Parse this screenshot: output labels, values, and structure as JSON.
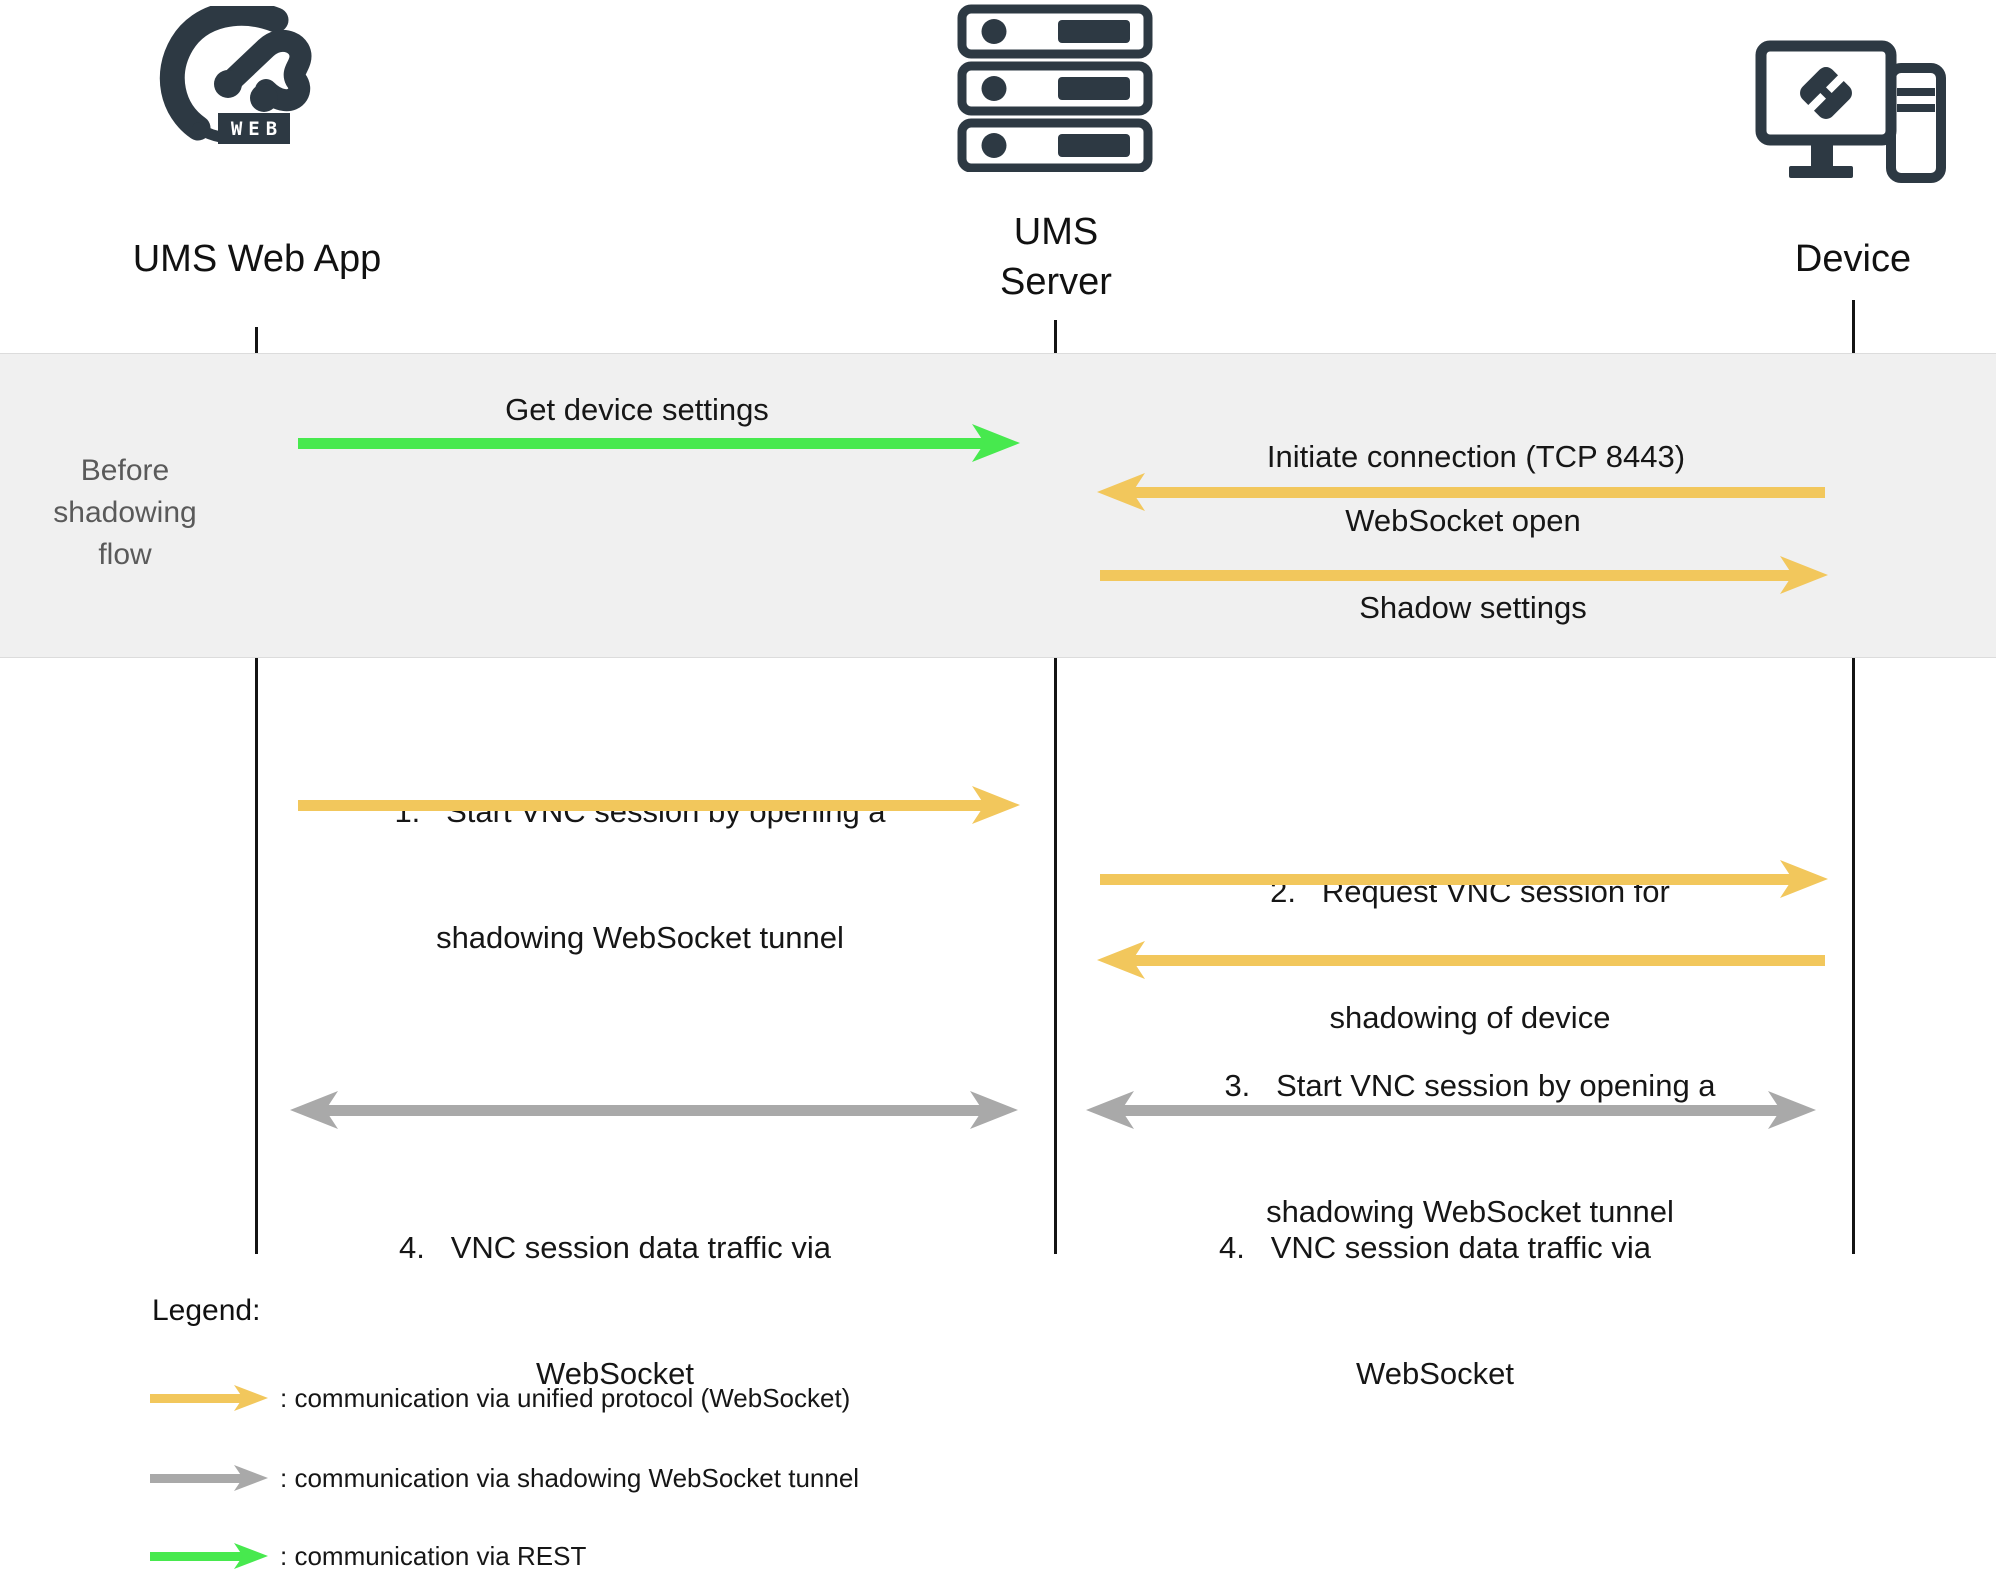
{
  "colors": {
    "dark": "#2d3943",
    "yellow": "#f2c75c",
    "green": "#47e94e",
    "gray": "#a9a9a9",
    "band_bg": "#f0f0f0",
    "band_text": "#5a5a5a",
    "lifeline": "#141414",
    "text": "#1a1a1a"
  },
  "actors": [
    {
      "id": "ums-web-app",
      "label": "UMS Web App",
      "badge": "WEB",
      "icon": "igel-web-logo"
    },
    {
      "id": "ums-server",
      "label": "UMS Server",
      "lines": [
        "UMS",
        "Server"
      ],
      "icon": "server-rack-icon"
    },
    {
      "id": "device",
      "label": "Device",
      "icon": "device-monitor-icon"
    }
  ],
  "band": {
    "label": "Before shadowing flow"
  },
  "messages": [
    {
      "id": "get-device-settings",
      "arrow": "green-right",
      "from": "ums-web-app",
      "to": "ums-server",
      "lines": [
        "Get device settings"
      ]
    },
    {
      "id": "initiate-connection",
      "arrow": "yellow-left",
      "from": "device",
      "to": "ums-server",
      "lines": [
        "Initiate connection (TCP 8443)"
      ]
    },
    {
      "id": "websocket-open",
      "arrow": "yellow-right",
      "from": "ums-server",
      "to": "device",
      "lines": [
        "WebSocket open"
      ]
    },
    {
      "id": "shadow-settings",
      "arrow": "none",
      "from": "ums-server",
      "to": "device",
      "lines": [
        "Shadow settings"
      ]
    },
    {
      "id": "start-vnc-webapp",
      "arrow": "yellow-right",
      "from": "ums-web-app",
      "to": "ums-server",
      "lines": [
        "1.   Start VNC session by opening a",
        "shadowing WebSocket tunnel"
      ]
    },
    {
      "id": "request-vnc-session",
      "arrow": "yellow-right",
      "from": "ums-server",
      "to": "device",
      "lines": [
        "2.   Request VNC session for",
        "shadowing of device"
      ]
    },
    {
      "id": "start-vnc-device",
      "arrow": "yellow-left",
      "from": "device",
      "to": "ums-server",
      "lines": [
        "3.   Start VNC session by opening a",
        "shadowing WebSocket tunnel"
      ]
    },
    {
      "id": "vnc-traffic-webapp-server",
      "arrow": "gray-double",
      "from": "ums-web-app",
      "to": "ums-server",
      "lines": [
        "4.   VNC session data traffic via",
        "WebSocket"
      ]
    },
    {
      "id": "vnc-traffic-server-device",
      "arrow": "gray-double",
      "from": "ums-server",
      "to": "device",
      "lines": [
        "4.   VNC session data traffic via",
        "WebSocket"
      ]
    }
  ],
  "legend": {
    "title": "Legend:",
    "items": [
      {
        "color": "yellow",
        "label": ": communication via unified protocol (WebSocket)"
      },
      {
        "color": "gray",
        "label": ": communication via shadowing WebSocket tunnel"
      },
      {
        "color": "green",
        "label": ": communication via REST"
      }
    ]
  }
}
